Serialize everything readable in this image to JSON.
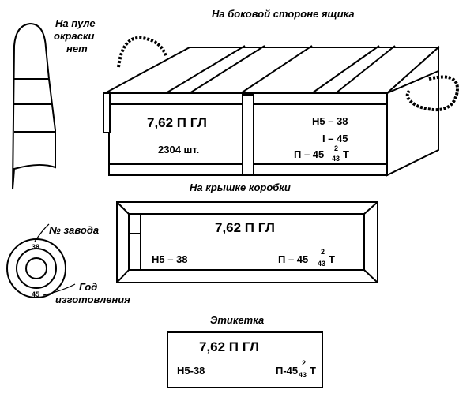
{
  "captions": {
    "side": "На боковой стороне ящика",
    "bullet": [
      "На пуле",
      "окраски",
      "нет"
    ],
    "lid": "На крышке коробки",
    "label": "Этикетка",
    "factory": "№ завода",
    "year": [
      "Год",
      "изготовления"
    ]
  },
  "crate": {
    "caliber": "7,62 П ГЛ",
    "count": "2304 шт.",
    "lot1": "Н5 – 38",
    "lot2": "I – 45",
    "powder": "П – 45",
    "frac_num": "2",
    "frac_den": "43",
    "suffix": "Т"
  },
  "lid": {
    "caliber": "7,62 П ГЛ",
    "lot": "Н5 – 38",
    "powder": "П – 45",
    "frac_num": "2",
    "frac_den": "43",
    "suffix": "Т"
  },
  "label": {
    "caliber": "7,62 П ГЛ",
    "lot": "Н5-38",
    "powder": "П-45",
    "frac_num": "2",
    "frac_den": "43",
    "suffix": "Т"
  },
  "headstamp": {
    "factory": "38",
    "year": "45"
  }
}
